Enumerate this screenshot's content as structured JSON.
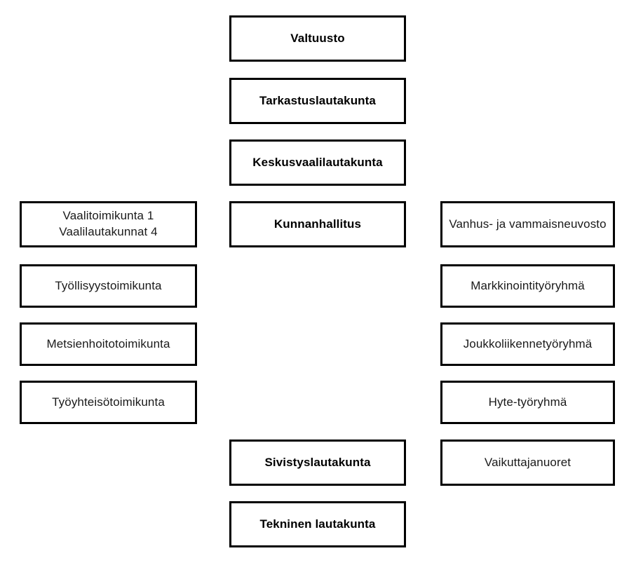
{
  "org_chart": {
    "colors": {
      "background": "#ffffff",
      "border": "#000000",
      "text": "#1a1a1a"
    },
    "center_column": {
      "valtuusto": {
        "label": "Valtuusto"
      },
      "tarkastuslautakunta": {
        "label": "Tarkastuslautakunta"
      },
      "keskusvaalilautakunta": {
        "label": "Keskusvaalilautakunta"
      },
      "kunnanhallitus": {
        "label": "Kunnanhallitus"
      },
      "sivistyslautakunta": {
        "label": "Sivistyslautakunta"
      },
      "tekninen_lautakunta": {
        "label": "Tekninen lautakunta"
      }
    },
    "left_column": {
      "vaalitoimikunta": {
        "line1": "Vaalitoimikunta 1",
        "line2": "Vaalilautakunnat 4"
      },
      "tyollisyystoimikunta": {
        "label": "Työllisyystoimikunta"
      },
      "metsienhoitotoimikunta": {
        "label": "Metsienhoitotoimikunta"
      },
      "tyoyhteisotoimikunta": {
        "label": "Työyhteisötoimikunta"
      }
    },
    "right_column": {
      "vanhus_ja_vammaisneuvosto": {
        "label": "Vanhus- ja vammaisneuvosto"
      },
      "markkinointityoryhma": {
        "label": "Markkinointityöryhmä"
      },
      "joukkoliikennetyoryhma": {
        "label": "Joukkoliikennetyöryhmä"
      },
      "hyte_tyoryhma": {
        "label": "Hyte-työryhmä"
      },
      "vaikuttajanuoret": {
        "label": "Vaikuttajanuoret"
      }
    }
  }
}
